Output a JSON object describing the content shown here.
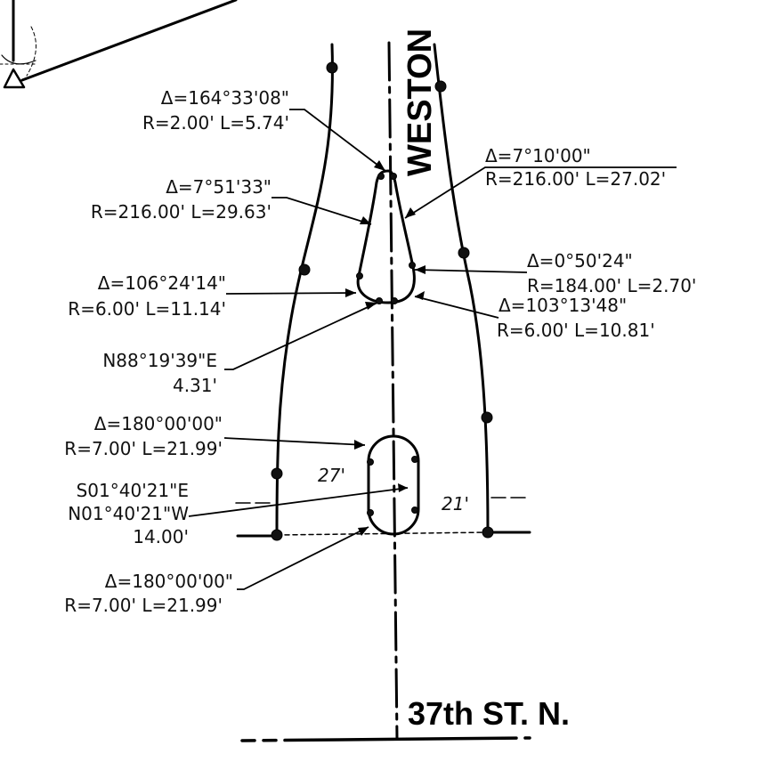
{
  "streets": {
    "weston": "WESTON",
    "thirty_seventh": "37th ST. N."
  },
  "curves": [
    {
      "delta": "Δ=164°33'08\"",
      "rl": "R=2.00' L=5.74'"
    },
    {
      "delta": "Δ=7°10'00\"",
      "rl": "R=216.00' L=27.02'"
    },
    {
      "delta": "Δ=7°51'33\"",
      "rl": "R=216.00' L=29.63'"
    },
    {
      "delta": "Δ=0°50'24\"",
      "rl": "R=184.00' L=2.70'"
    },
    {
      "delta": "Δ=106°24'14\"",
      "rl": "R=6.00' L=11.14'"
    },
    {
      "delta": "Δ=103°13'48\"",
      "rl": "R=6.00' L=10.81'"
    },
    {
      "delta": "Δ=180°00'00\"",
      "rl": "R=7.00' L=21.99'"
    },
    {
      "delta": "Δ=180°00'00\"",
      "rl": "R=7.00' L=21.99'"
    }
  ],
  "bearings": [
    {
      "line1": "N88°19'39\"E",
      "line2": "4.31'"
    },
    {
      "line1": "S01°40'21\"E",
      "line2": "N01°40'21\"W",
      "line3": "14.00'"
    }
  ],
  "widths": {
    "left": "27'",
    "right": "21'"
  }
}
